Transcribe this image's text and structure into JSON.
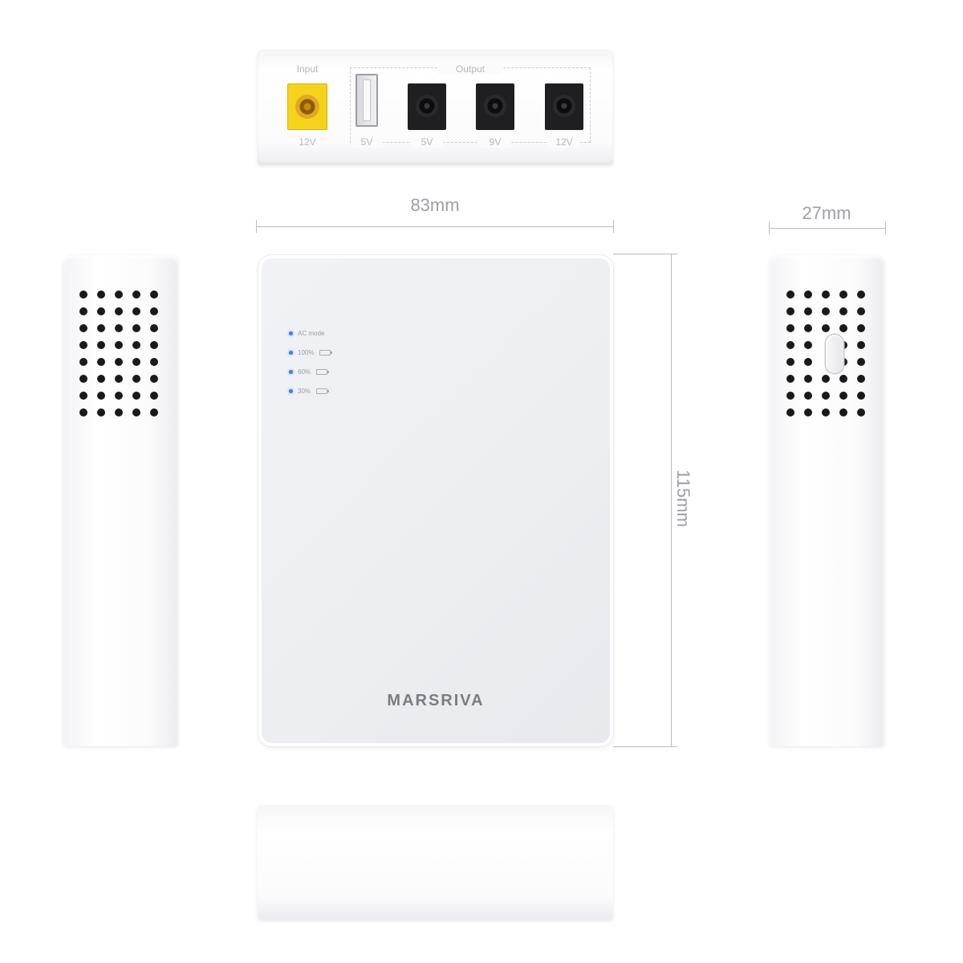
{
  "top_view": {
    "input_label": "Input",
    "output_label": "Output",
    "ports": [
      {
        "kind": "dc-input",
        "voltage": "12V",
        "color": "#f5d21c"
      },
      {
        "kind": "usb-a",
        "voltage": "5V"
      },
      {
        "kind": "dc-output",
        "voltage": "5V"
      },
      {
        "kind": "dc-output",
        "voltage": "9V"
      },
      {
        "kind": "dc-output",
        "voltage": "12V"
      }
    ]
  },
  "front_view": {
    "indicators": [
      {
        "label": "AC mode",
        "battery_icon": false
      },
      {
        "label": "100%",
        "battery_icon": true
      },
      {
        "label": "60%",
        "battery_icon": true
      },
      {
        "label": "30%",
        "battery_icon": true
      }
    ],
    "brand": "MARSRIVA",
    "led_color": "#3d7ff0"
  },
  "dimensions": {
    "width": "83mm",
    "height": "115mm",
    "depth": "27mm"
  },
  "side_view_right": {
    "button_icon": "power-button"
  }
}
